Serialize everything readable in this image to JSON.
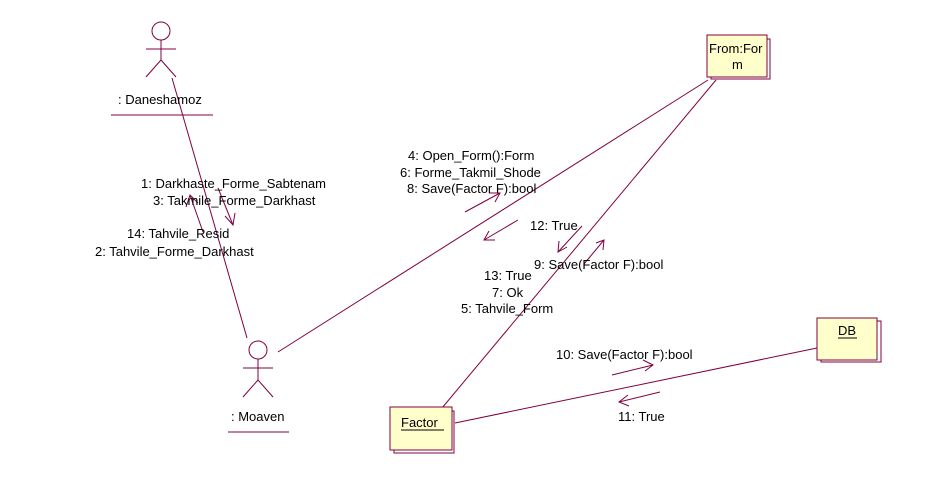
{
  "actors": {
    "daneshamoz": {
      "label": ": Daneshamoz"
    },
    "moaven": {
      "label": ": Moaven"
    }
  },
  "objects": {
    "form": {
      "label_line1": "From:For",
      "label_line2": "m"
    },
    "db": {
      "label": "DB"
    },
    "factor": {
      "label": "Factor"
    }
  },
  "messages": {
    "m1": "1: Darkhaste_Forme_Sabtenam",
    "m3": "3: Takmile_Forme_Darkhast",
    "m14": "14: Tahvile_Resid",
    "m2": "2: Tahvile_Forme_Darkhast",
    "m4": "4: Open_Form():Form",
    "m6": "6: Forme_Takmil_Shode",
    "m8": "8: Save(Factor F):bool",
    "m12": "12: True",
    "m9": "9: Save(Factor F):bool",
    "m13": "13: True",
    "m7": "7: Ok",
    "m5": "5: Tahvile_Form",
    "m10": "10: Save(Factor F):bool",
    "m11": "11: True"
  },
  "colors": {
    "line": "#800040",
    "object_fill": "#ffffcc"
  }
}
